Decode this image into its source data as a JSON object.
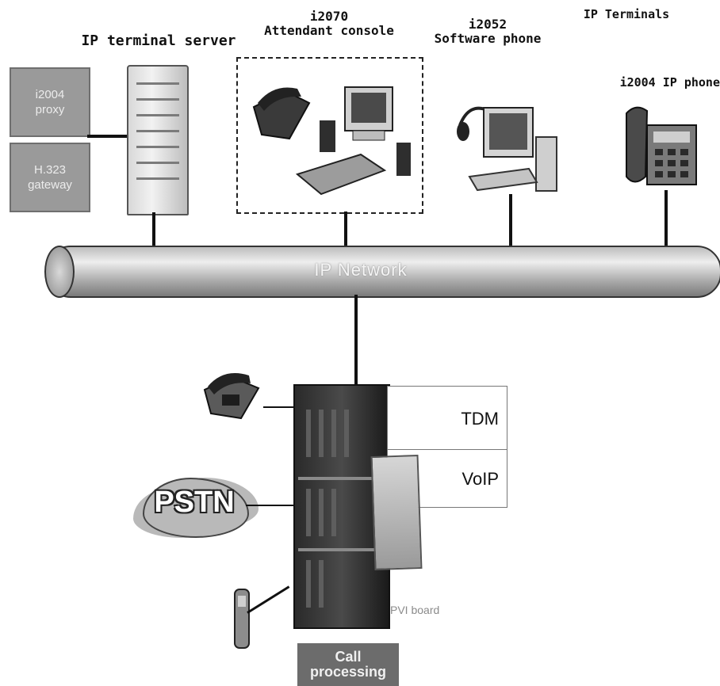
{
  "headings": {
    "ip_terminal_server": "IP terminal server",
    "i2070_model": "i2070",
    "i2070_desc": "Attendant console",
    "i2052_model": "i2052",
    "i2052_desc": "Software phone",
    "ip_terminals": "IP Terminals",
    "i2004_phone": "i2004 IP phone"
  },
  "server_boxes": {
    "proxy_line1": "i2004",
    "proxy_line2": "proxy",
    "gateway_line1": "H.323",
    "gateway_line2": "gateway"
  },
  "network": {
    "label": "IP Network"
  },
  "switch": {
    "tdm": "TDM",
    "voip": "VoIP",
    "pvi_board": "PVI board"
  },
  "pstn": {
    "label": "PSTN"
  },
  "call_processing": {
    "line1": "Call",
    "line2": "processing"
  },
  "colors": {
    "ink": "#111111",
    "pipe": "#bdbdbd",
    "box_gray": "#9a9a9a",
    "call_box": "#6c6c6c"
  }
}
